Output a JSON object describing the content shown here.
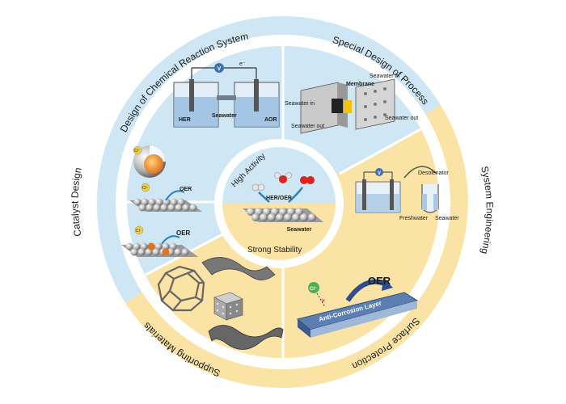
{
  "colors": {
    "blue": "#cfe7f5",
    "yellow": "#fbe3a5",
    "ring_divider": "#ffffff",
    "dark": "#333333",
    "arrow_blue": "#2e7fc1"
  },
  "outer_ring": {
    "design_chemical": "Design of Chemical Reaction System",
    "special_design": "Special Design of Process",
    "system_engineering": "System   Engineering",
    "surface_protection": "Surface   Protection",
    "supporting_materials": "Supporting   Materials",
    "catalyst_design": "Catalyst Design"
  },
  "center": {
    "high_activity": "High   Activity",
    "strong_stability": "Strong   Stability",
    "her_oer": "HER/OER",
    "seawater": "Seawater"
  },
  "reaction_system": {
    "voltmeter": "V",
    "electron": "e⁻",
    "her": "HER",
    "aor": "AOR",
    "seawater": "Seawater"
  },
  "process": {
    "membrane": "Membrane",
    "seawater_in_top": "Seawater in",
    "seawater_in_left": "Seawater in",
    "seawater_out_left": "Seawater out",
    "seawater_out_right": "Seawater out"
  },
  "system_eng": {
    "desalinator": "Desolenator",
    "freshwater": "Freshwater",
    "seawater": "Seawater",
    "voltmeter": "V"
  },
  "catalyst": {
    "cl1": "Cl⁻",
    "cl2": "Cl⁻",
    "cl3": "Cl⁻",
    "oer1": "OER",
    "oer2": "OER"
  },
  "surface": {
    "cl": "Cl⁻",
    "x_mark": "×",
    "oer": "OER",
    "layer": "Anti-Corrosion   Layer"
  }
}
